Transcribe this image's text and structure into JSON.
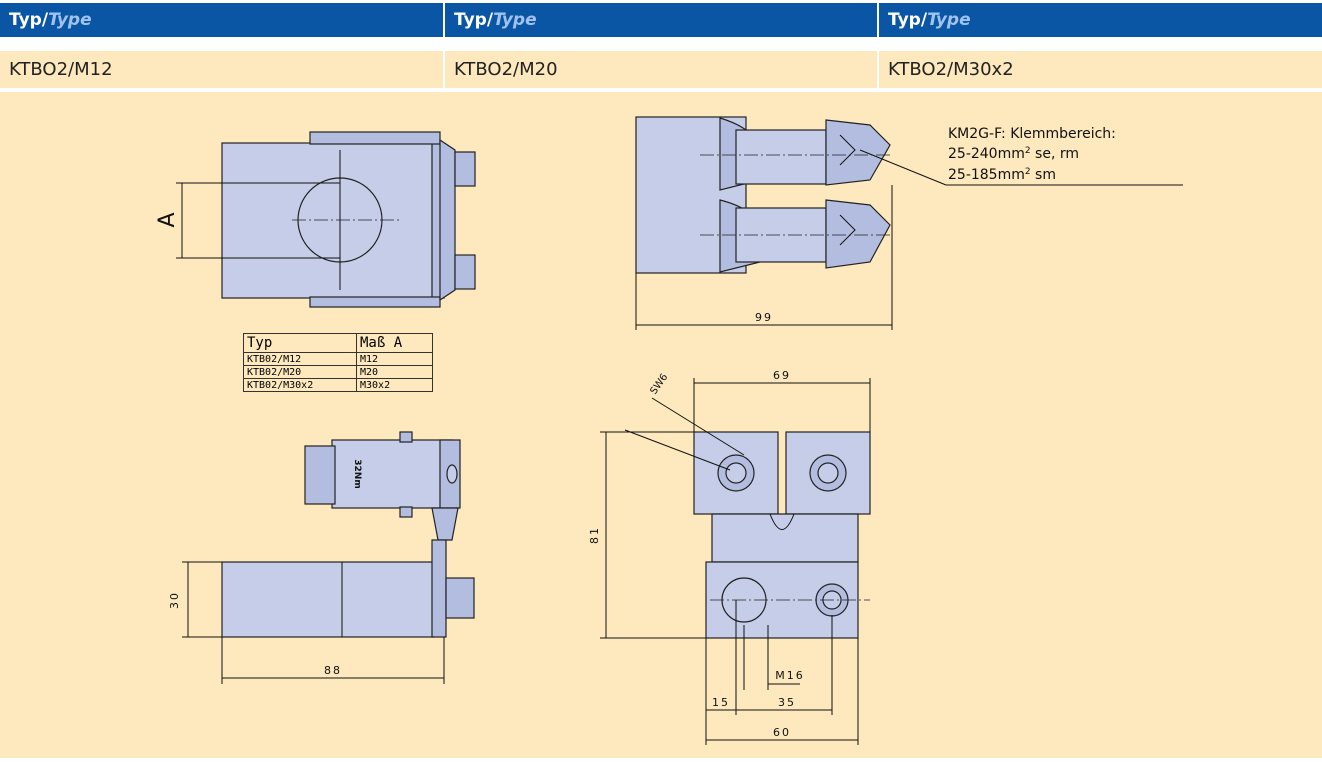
{
  "header": {
    "col1": {
      "label_de": "Typ",
      "sep": "/",
      "label_en": "Type",
      "value": "KTBO2/M12"
    },
    "col2": {
      "label_de": "Typ",
      "sep": "/",
      "label_en": "Type",
      "value": "KTBO2/M20"
    },
    "col3": {
      "label_de": "Typ",
      "sep": "/",
      "label_en": "Type",
      "value": "KTBO2/M30x2"
    }
  },
  "drawing": {
    "dim_A": "A",
    "dim_99": "99",
    "dim_69": "69",
    "dim_81": "81",
    "dim_30": "30",
    "dim_88": "88",
    "dim_15": "15",
    "dim_35": "35",
    "dim_60": "60",
    "dim_M16": "M16",
    "dim_SW6": "SW6",
    "torque": "32Nm",
    "note_title": "KM2G-F: Klemmbereich:",
    "note_line1_a": "25-240mm",
    "note_line1_sup": "2",
    "note_line1_b": " se, rm",
    "note_line2_a": "25-185mm",
    "note_line2_sup": "2",
    "note_line2_b": " sm"
  },
  "table": {
    "headers": [
      "Typ",
      "Maß  A"
    ],
    "rows": [
      [
        "KTB02/M12",
        "M12"
      ],
      [
        "KTB02/M20",
        "M20"
      ],
      [
        "KTB02/M30x2",
        "M30x2"
      ]
    ]
  },
  "colors": {
    "header_bg": "#0b56a4",
    "header_en": "#9fc3ee",
    "panel_bg": "#fde9bd",
    "part_fill": "#c5cde8"
  }
}
